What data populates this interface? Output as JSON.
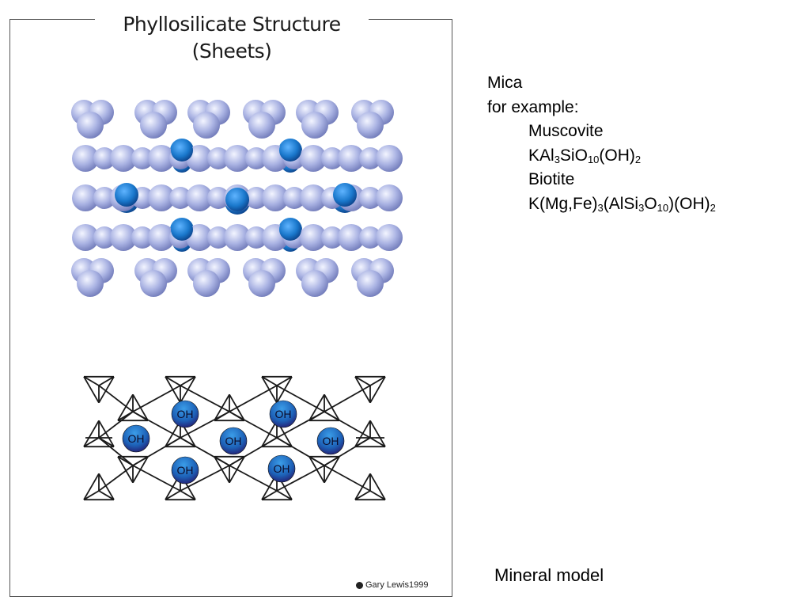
{
  "figure": {
    "title_line1": "Phyllosilicate Structure",
    "title_line2": "(Sheets)",
    "credit": "Gary Lewis1999",
    "hydroxyl_label": "OH",
    "colors": {
      "oxygen": "#a9b3e2",
      "cation": "#1e7fd0",
      "hydroxyl": "#1d62b8",
      "frame": "#555555"
    }
  },
  "info": {
    "line1": "Mica",
    "line2": "for example:",
    "muscovite_name": "Muscovite",
    "muscovite_formula": [
      {
        "t": "KAl"
      },
      {
        "s": "3"
      },
      {
        "t": "SiO"
      },
      {
        "s": "10"
      },
      {
        "t": "(OH)"
      },
      {
        "s": "2"
      }
    ],
    "biotite_name": "Biotite",
    "biotite_formula": [
      {
        "t": "K(Mg,Fe)"
      },
      {
        "s": "3"
      },
      {
        "t": "(AlSi"
      },
      {
        "s": "3"
      },
      {
        "t": "O"
      },
      {
        "s": "10"
      },
      {
        "t": ")(OH)"
      },
      {
        "s": "2"
      }
    ]
  },
  "caption": "Mineral model"
}
